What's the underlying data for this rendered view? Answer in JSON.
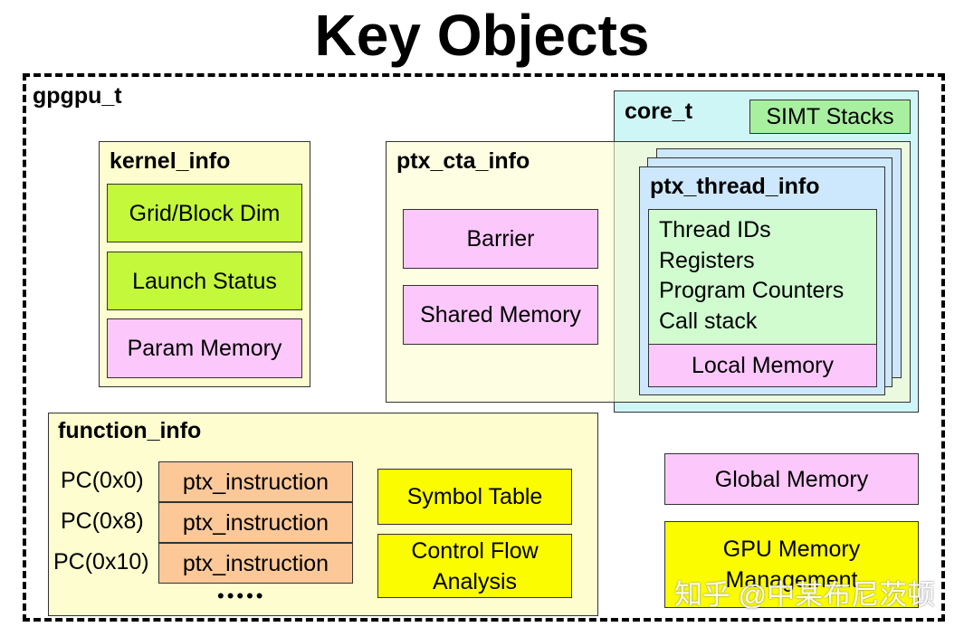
{
  "title": "Key Objects",
  "gpgpu": {
    "label": "gpgpu_t"
  },
  "kernel_info": {
    "label": "kernel_info",
    "items": [
      "Grid/Block Dim",
      "Launch Status",
      "Param Memory"
    ]
  },
  "ptx_cta_info": {
    "label": "ptx_cta_info",
    "items": [
      "Barrier",
      "Shared Memory"
    ]
  },
  "core": {
    "label": "core_t",
    "simt": "SIMT Stacks"
  },
  "ptx_thread_info": {
    "label": "ptx_thread_info",
    "lines": [
      "Thread IDs",
      "Registers",
      "Program Counters",
      "Call stack"
    ],
    "local_memory": "Local Memory"
  },
  "function_info": {
    "label": "function_info",
    "pcs": [
      "PC(0x0)",
      "PC(0x8)",
      "PC(0x10)"
    ],
    "instruction": "ptx_instruction",
    "ellipsis": "•••••",
    "symbol_table": "Symbol Table",
    "control_flow": "Control Flow Analysis"
  },
  "global_memory": "Global Memory",
  "gpu_memory_management": "GPU Memory Management",
  "watermark": "知乎 @中某布尼茨顿"
}
